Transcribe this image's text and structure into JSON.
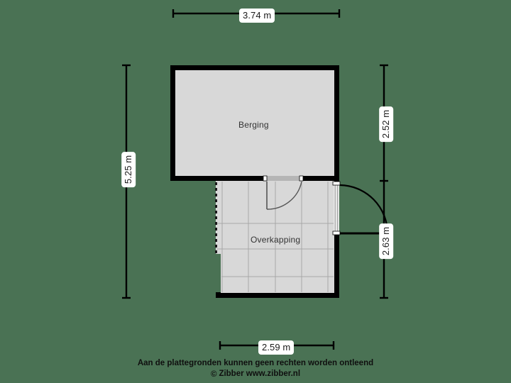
{
  "canvas": {
    "background_color": "#4a7254",
    "floor_fill": "#d8d8d8",
    "wall_color": "#000000",
    "label_color": "#333333"
  },
  "plan": {
    "title_rooms": [
      {
        "name": "Berging",
        "label": "Berging"
      },
      {
        "name": "Overkapping",
        "label": "Overkapping"
      }
    ]
  },
  "rooms": [
    {
      "id": "berging",
      "label": "Berging"
    },
    {
      "id": "overkapping",
      "label": "Overkapping"
    }
  ],
  "dimensions": {
    "top": {
      "value": "3.74 m",
      "orientation": "horizontal"
    },
    "left": {
      "value": "5.25 m",
      "orientation": "vertical"
    },
    "right_upper": {
      "value": "2.52 m",
      "orientation": "vertical"
    },
    "right_lower": {
      "value": "2.63 m",
      "orientation": "vertical"
    },
    "bottom": {
      "value": "2.59 m",
      "orientation": "horizontal"
    }
  },
  "footer": {
    "disclaimer": "Aan de plattegronden kunnen geen rechten worden ontleend",
    "copyright_symbol": "©",
    "copyright": "Zibber www.zibber.nl"
  }
}
